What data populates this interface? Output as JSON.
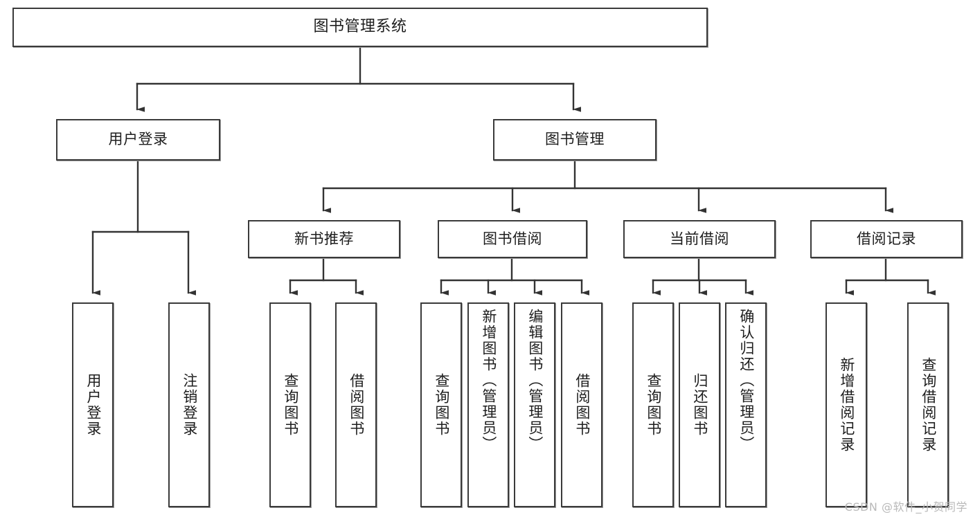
{
  "diagram": {
    "title": "图书管理系统",
    "watermark": "CSDN @软件_小贺同学",
    "style": {
      "background": "#ffffff",
      "box_border": "#3a3a3a",
      "box_fill": "#ffffff",
      "connector": "#333333",
      "text": "#1d1d1d",
      "watermark_color": "#b9b9b9"
    },
    "type": "tree",
    "levels": 4,
    "root": {
      "label": "图书管理系统"
    },
    "level2": [
      {
        "label": "用户登录"
      },
      {
        "label": "图书管理"
      }
    ],
    "level3": [
      {
        "label": "新书推荐"
      },
      {
        "label": "图书借阅"
      },
      {
        "label": "当前借阅"
      },
      {
        "label": "借阅记录"
      }
    ],
    "leaves": {
      "user_login": [
        {
          "label": "用户登录"
        },
        {
          "label": "注销登录"
        }
      ],
      "new_book": [
        {
          "label": "查询图书"
        },
        {
          "label": "借阅图书"
        }
      ],
      "book_borrow": [
        {
          "label": "查询图书"
        },
        {
          "label": "新增图书（管理员）"
        },
        {
          "label": "编辑图书（管理员）"
        },
        {
          "label": "借阅图书"
        }
      ],
      "current_borrow": [
        {
          "label": "查询图书"
        },
        {
          "label": "归还图书"
        },
        {
          "label": "确认归还（管理员）"
        }
      ],
      "borrow_record": [
        {
          "label": "新增借阅记录"
        },
        {
          "label": "查询借阅记录"
        }
      ]
    }
  }
}
